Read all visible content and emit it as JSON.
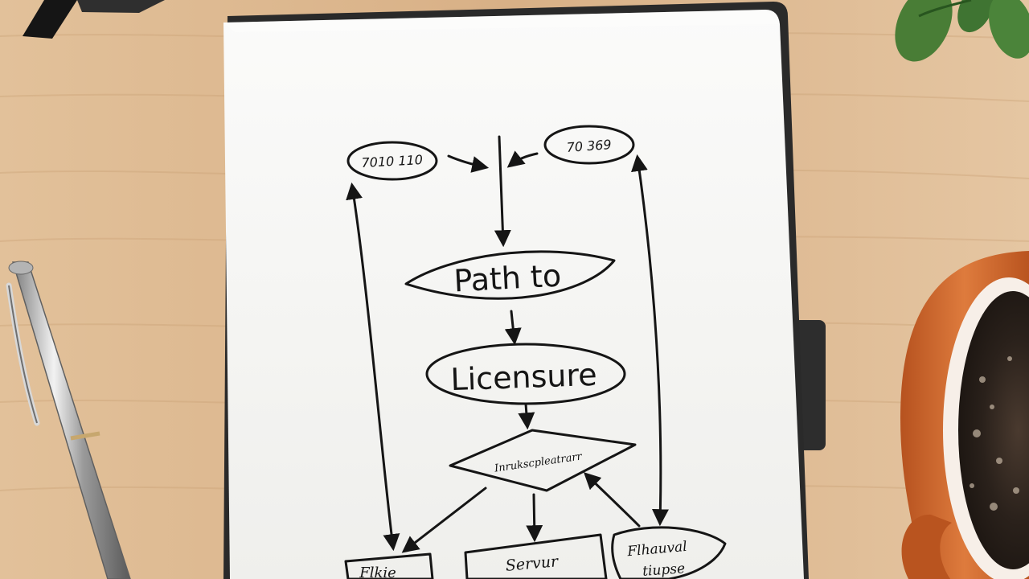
{
  "scene": {
    "description_objects": [
      "desk",
      "notebook",
      "pen",
      "glasses",
      "plant",
      "coffee-mug"
    ],
    "colors": {
      "desk": "#d9b48a",
      "paper": "#f7f7f5",
      "ink": "#151515",
      "mug": "#c8652f",
      "leaf": "#3f7f38"
    }
  },
  "flowchart": {
    "top_left_node": "7010 110",
    "top_right_node": "70 369",
    "title_line_1": "Path to",
    "title_line_2": "Licensure",
    "diamond_node": "Inrukscpleatrarr",
    "bottom_left_node": "Flkie",
    "bottom_center_node": "Servur",
    "bottom_right_line_1": "Flhauval",
    "bottom_right_line_2": "tiupse"
  }
}
